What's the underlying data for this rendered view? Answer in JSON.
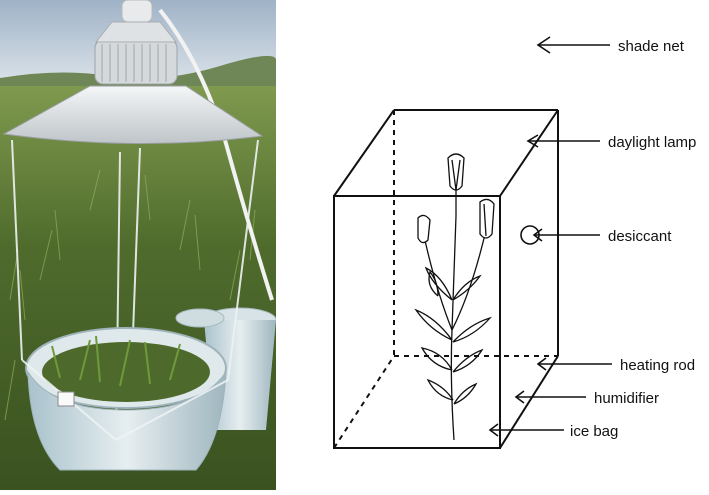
{
  "figure": {
    "photo": {
      "description_icon": "chamber-photo"
    },
    "diagram": {
      "labels": {
        "shade_net": "shade net",
        "daylight_lamp": "daylight lamp",
        "desiccant": "desiccant",
        "heating_rod": "heating rod",
        "humidifier": "humidifier",
        "ice_bag": "ice bag"
      }
    }
  }
}
